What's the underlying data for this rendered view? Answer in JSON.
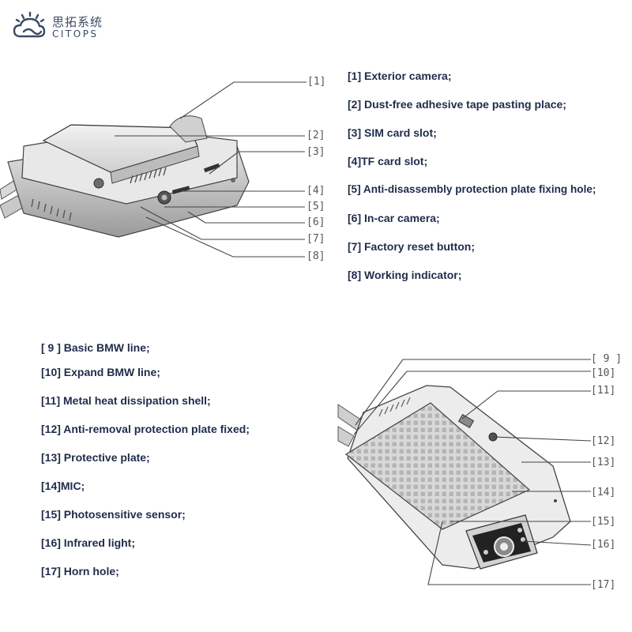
{
  "brand": {
    "name_cn": "思拓系统",
    "name_en": "CITOPS",
    "accent_color": "#3a4a66"
  },
  "top_labels": [
    "[1] Exterior camera;",
    "[2] Dust-free adhesive tape pasting place;",
    "[3] SIM card slot;",
    "[4]TF card slot;",
    "[5] Anti-disassembly protection plate fixing hole;",
    "[6] In-car camera;",
    "[7] Factory reset button;",
    "[8] Working indicator;"
  ],
  "bottom_labels": [
    "[ 9 ] Basic BMW line;",
    "[10] Expand BMW line;",
    "[11] Metal heat dissipation shell;",
    "[12] Anti-removal protection plate fixed;",
    "[13] Protective plate;",
    "[14]MIC;",
    "[15] Photosensitive sensor;",
    "[16] Infrared light;",
    "[17] Horn hole;"
  ],
  "top_callouts": [
    "[1]",
    "[2]",
    "[3]",
    "[4]",
    "[5]",
    "[6]",
    "[7]",
    "[8]"
  ],
  "bottom_callouts": [
    "[ 9 ]",
    "[10]",
    "[11]",
    "[12]",
    "[13]",
    "[14]",
    "[15]",
    "[16]",
    "[17]"
  ]
}
